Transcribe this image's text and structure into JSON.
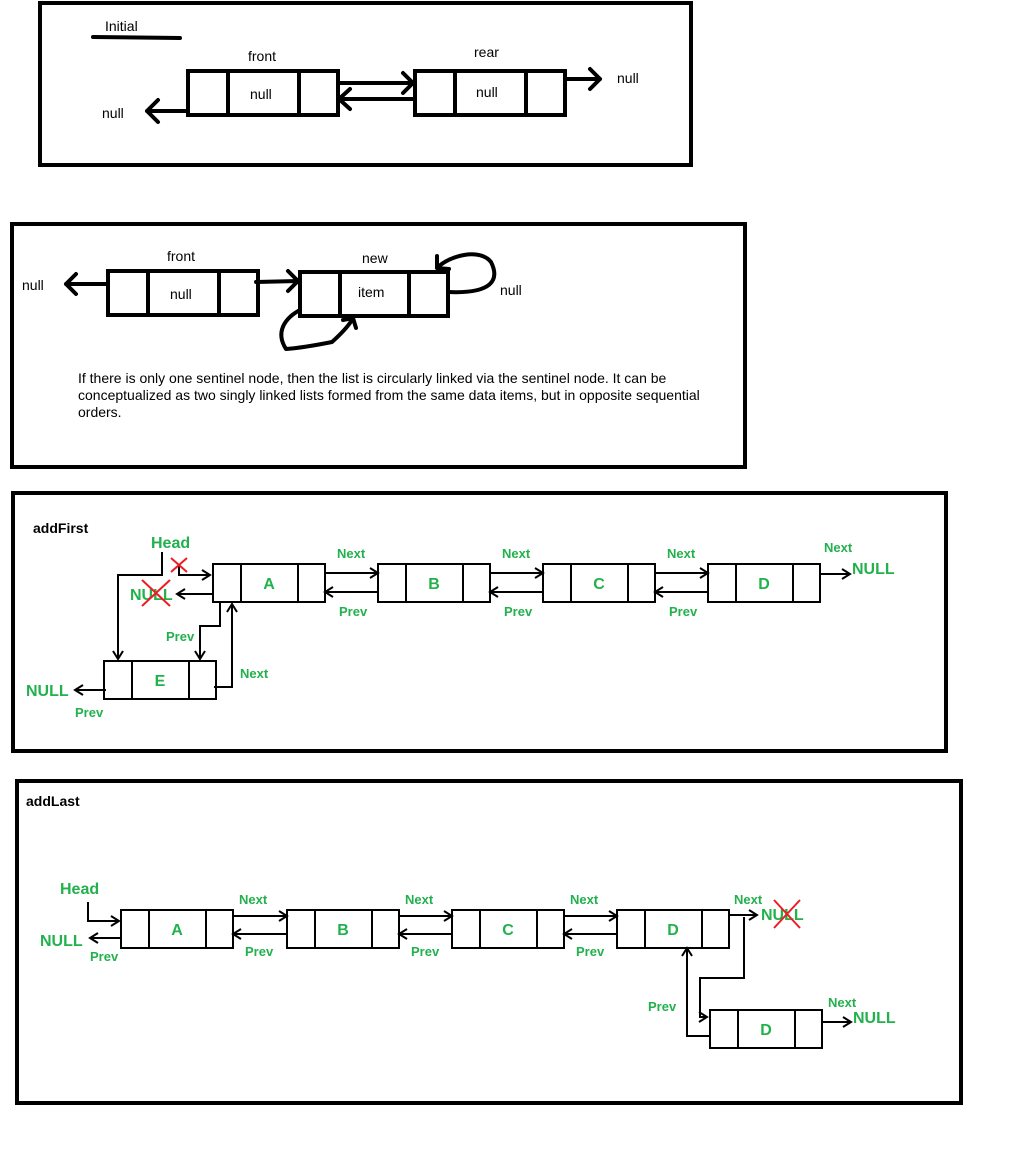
{
  "panel1": {
    "heading": "Initial",
    "front_label": "front",
    "rear_label": "rear",
    "front_value": "null",
    "rear_value": "null",
    "left_null": "null",
    "right_null": "null"
  },
  "panel2": {
    "front_label": "front",
    "new_label": "new",
    "front_value": "null",
    "new_value": "item",
    "left_null": "null",
    "right_null": "null",
    "description": "If there is only one sentinel node, then the list is circularly linked via the sentinel node. It can be conceptualized as two singly linked lists formed from the same data items, but in opposite sequential orders."
  },
  "panel3": {
    "heading": "addFirst",
    "head_label": "Head",
    "nodes": [
      "A",
      "B",
      "C",
      "D"
    ],
    "new_node": "E",
    "next_label": "Next",
    "prev_label": "Prev",
    "null_label": "NULL"
  },
  "panel4": {
    "heading": "addLast",
    "head_label": "Head",
    "nodes": [
      "A",
      "B",
      "C",
      "D"
    ],
    "new_node": "D",
    "next_label": "Next",
    "prev_label": "Prev",
    "null_label": "NULL"
  },
  "colors": {
    "label_green": "#22b14c",
    "cross_red": "#ed1c24",
    "ink": "#000000"
  }
}
